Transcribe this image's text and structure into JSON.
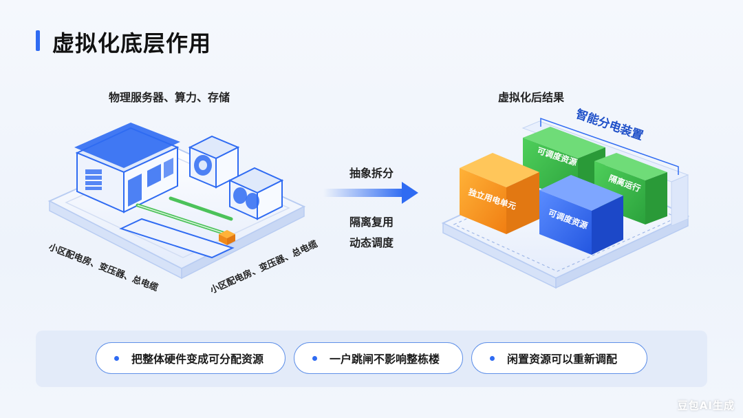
{
  "title": "虚拟化底层作用",
  "left_caption": "物理服务器、算力、存储",
  "right_caption": "虚拟化后结果",
  "arrow_labels": {
    "top": "抽象拆分",
    "bottom_line1": "隔离复用",
    "bottom_line2": "动态调度"
  },
  "left_labels": {
    "left": "小区配电房、变压器、总电缆",
    "right": "小区配电房、变压器、总电缆"
  },
  "right_diagram": {
    "header": "智能分电装置",
    "boxes": {
      "orange": "独立用电单元",
      "green_top": "可调度资源",
      "green_right": "隔离运行",
      "blue": "可调度资源"
    }
  },
  "pills": [
    "把整体硬件变成可分配资源",
    "一户跳闸不影响整栋楼",
    "闲置资源可以重新调配"
  ],
  "watermark": "豆包AI生成",
  "colors": {
    "accent": "#2f6bf2",
    "orange": "#f5921e",
    "green": "#3cb84a",
    "blue": "#2f6bf2"
  }
}
